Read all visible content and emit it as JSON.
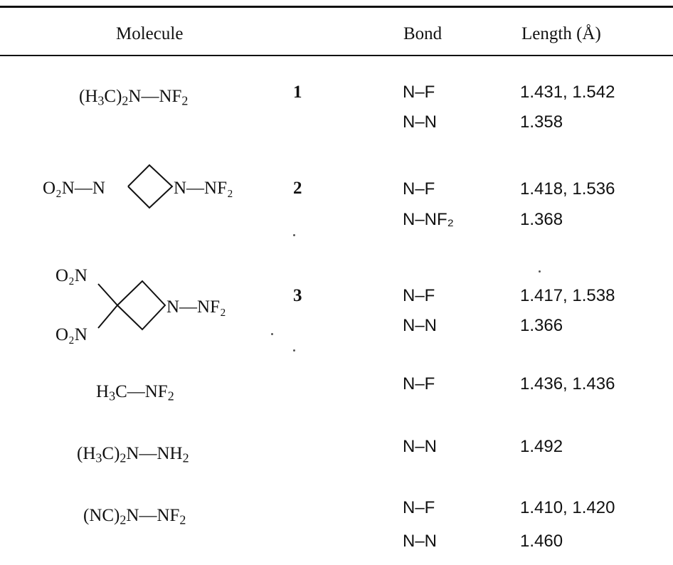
{
  "header": {
    "molecule": "Molecule",
    "bond": "Bond",
    "length": "Length (Å)"
  },
  "rows": [
    {
      "molecule": {
        "pre": "(H",
        "s1": "3",
        "mid": "C)",
        "s2": "2",
        "post": "N—NF",
        "s3": "2"
      },
      "number": "1",
      "bonds": [
        "N–F",
        "N–N"
      ],
      "lengths": [
        "1.431, 1.542",
        "1.358"
      ]
    },
    {
      "molecule": {
        "left": "O₂N—N",
        "right": "N—NF₂"
      },
      "number": "2",
      "bonds": [
        "N–F",
        "N–NF₂"
      ],
      "lengths": [
        "1.418, 1.536",
        "1.368"
      ]
    },
    {
      "molecule": {
        "top": "O₂N",
        "bottom": "O₂N",
        "right": "N—NF₂"
      },
      "number": "3",
      "bonds": [
        "N–F",
        "N–N"
      ],
      "lengths": [
        "1.417, 1.538",
        "1.366"
      ]
    },
    {
      "molecule": {
        "pre": "H",
        "s1": "3",
        "post": "C—NF",
        "s2": "2"
      },
      "bonds": [
        "N–F"
      ],
      "lengths": [
        "1.436, 1.436"
      ]
    },
    {
      "molecule": {
        "pre": "(H",
        "s1": "3",
        "mid": "C)",
        "s2": "2",
        "post": "N—NH",
        "s3": "2"
      },
      "bonds": [
        "N–N"
      ],
      "lengths": [
        "1.492"
      ]
    },
    {
      "molecule": {
        "pre": "(NC)",
        "s1": "2",
        "post": "N—NF",
        "s2": "2"
      },
      "bonds": [
        "N–F",
        "N–N"
      ],
      "lengths": [
        "1.410, 1.420",
        "1.460"
      ]
    }
  ]
}
